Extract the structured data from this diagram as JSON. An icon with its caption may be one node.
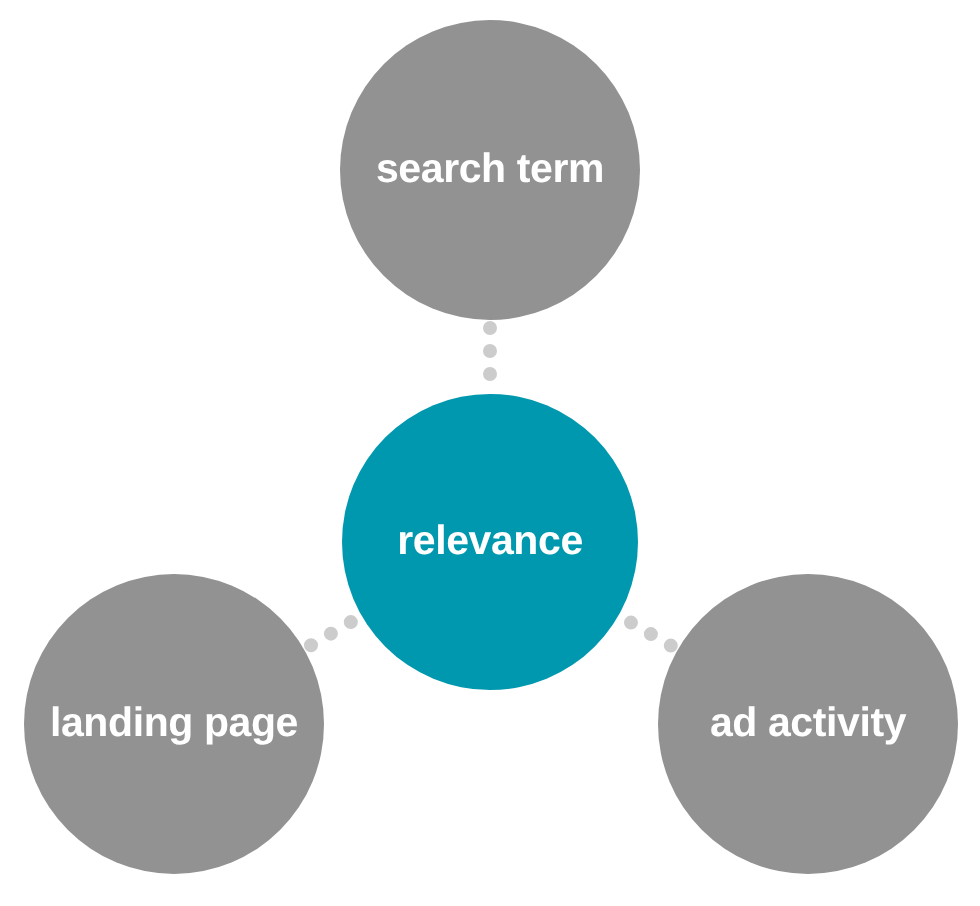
{
  "diagram": {
    "nodes": [
      {
        "text": [
          "search term"
        ]
      },
      {
        "text": [
          "relevance"
        ]
      },
      {
        "text": [
          "landing page"
        ]
      },
      {
        "text": [
          "ad activity"
        ]
      }
    ],
    "edges": [
      {
        "from": 0,
        "to": 1,
        "arrow": "none",
        "style": "dashed"
      },
      {
        "from": 2,
        "to": 1,
        "arrow": "none",
        "style": "dashed"
      },
      {
        "from": 3,
        "to": 1,
        "arrow": "none",
        "style": "dashed"
      }
    ]
  }
}
